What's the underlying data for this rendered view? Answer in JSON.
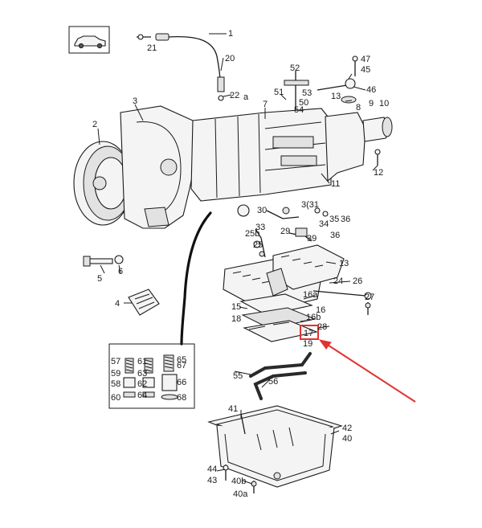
{
  "diagram": {
    "callouts": [
      {
        "id": "c1",
        "text": "1"
      },
      {
        "id": "c21",
        "text": "21"
      },
      {
        "id": "c20",
        "text": "20"
      },
      {
        "id": "c22",
        "text": "22"
      },
      {
        "id": "ca",
        "text": "a"
      },
      {
        "id": "c2",
        "text": "2"
      },
      {
        "id": "c3",
        "text": "3"
      },
      {
        "id": "c7",
        "text": "7"
      },
      {
        "id": "c52",
        "text": "52"
      },
      {
        "id": "c51",
        "text": "51"
      },
      {
        "id": "c53",
        "text": "53"
      },
      {
        "id": "c50",
        "text": "50"
      },
      {
        "id": "c54",
        "text": "54"
      },
      {
        "id": "c13",
        "text": "13"
      },
      {
        "id": "c47",
        "text": "47"
      },
      {
        "id": "c45",
        "text": "45"
      },
      {
        "id": "c46",
        "text": "46"
      },
      {
        "id": "c8",
        "text": "8"
      },
      {
        "id": "c9",
        "text": "9"
      },
      {
        "id": "c10",
        "text": "10"
      },
      {
        "id": "c12",
        "text": "12"
      },
      {
        "id": "c11",
        "text": "11"
      },
      {
        "id": "c31",
        "text": "3(31"
      },
      {
        "id": "c35",
        "text": "35"
      },
      {
        "id": "c36a",
        "text": "36"
      },
      {
        "id": "c34",
        "text": "34"
      },
      {
        "id": "c33",
        "text": "33"
      },
      {
        "id": "c29",
        "text": "29"
      },
      {
        "id": "c30",
        "text": "30"
      },
      {
        "id": "c25b",
        "text": "25b"
      },
      {
        "id": "c25",
        "text": "25"
      },
      {
        "id": "c39",
        "text": "39"
      },
      {
        "id": "c36b",
        "text": "36"
      },
      {
        "id": "c13b",
        "text": "13"
      },
      {
        "id": "c24",
        "text": "24"
      },
      {
        "id": "c26",
        "text": "26"
      },
      {
        "id": "c16a",
        "text": "16a"
      },
      {
        "id": "c27",
        "text": "27"
      },
      {
        "id": "c15",
        "text": "15"
      },
      {
        "id": "c18",
        "text": "18"
      },
      {
        "id": "c16",
        "text": "16"
      },
      {
        "id": "c16b",
        "text": "16b"
      },
      {
        "id": "c28",
        "text": "28"
      },
      {
        "id": "c17",
        "text": "17"
      },
      {
        "id": "c19",
        "text": "19"
      },
      {
        "id": "c5",
        "text": "5"
      },
      {
        "id": "c6",
        "text": "6"
      },
      {
        "id": "c4",
        "text": "4"
      },
      {
        "id": "c57",
        "text": "57"
      },
      {
        "id": "c61",
        "text": "61"
      },
      {
        "id": "c65",
        "text": "65"
      },
      {
        "id": "c59",
        "text": "59"
      },
      {
        "id": "c63",
        "text": "63"
      },
      {
        "id": "c67",
        "text": "67"
      },
      {
        "id": "c58",
        "text": "58"
      },
      {
        "id": "c62",
        "text": "62"
      },
      {
        "id": "c66",
        "text": "66"
      },
      {
        "id": "c60",
        "text": "60"
      },
      {
        "id": "c64",
        "text": "64"
      },
      {
        "id": "c68",
        "text": "68"
      },
      {
        "id": "c55",
        "text": "55"
      },
      {
        "id": "c56",
        "text": "56"
      },
      {
        "id": "c41",
        "text": "41"
      },
      {
        "id": "c42",
        "text": "42"
      },
      {
        "id": "c40",
        "text": "40"
      },
      {
        "id": "c44",
        "text": "44"
      },
      {
        "id": "c43",
        "text": "43"
      },
      {
        "id": "c40b",
        "text": "40b"
      },
      {
        "id": "c40a",
        "text": "40a"
      }
    ],
    "highlight": {
      "label": "17",
      "color": "#e03232"
    },
    "colors": {
      "ink": "#1a1a1a",
      "paper": "#ffffff",
      "accent": "#e03232"
    }
  }
}
